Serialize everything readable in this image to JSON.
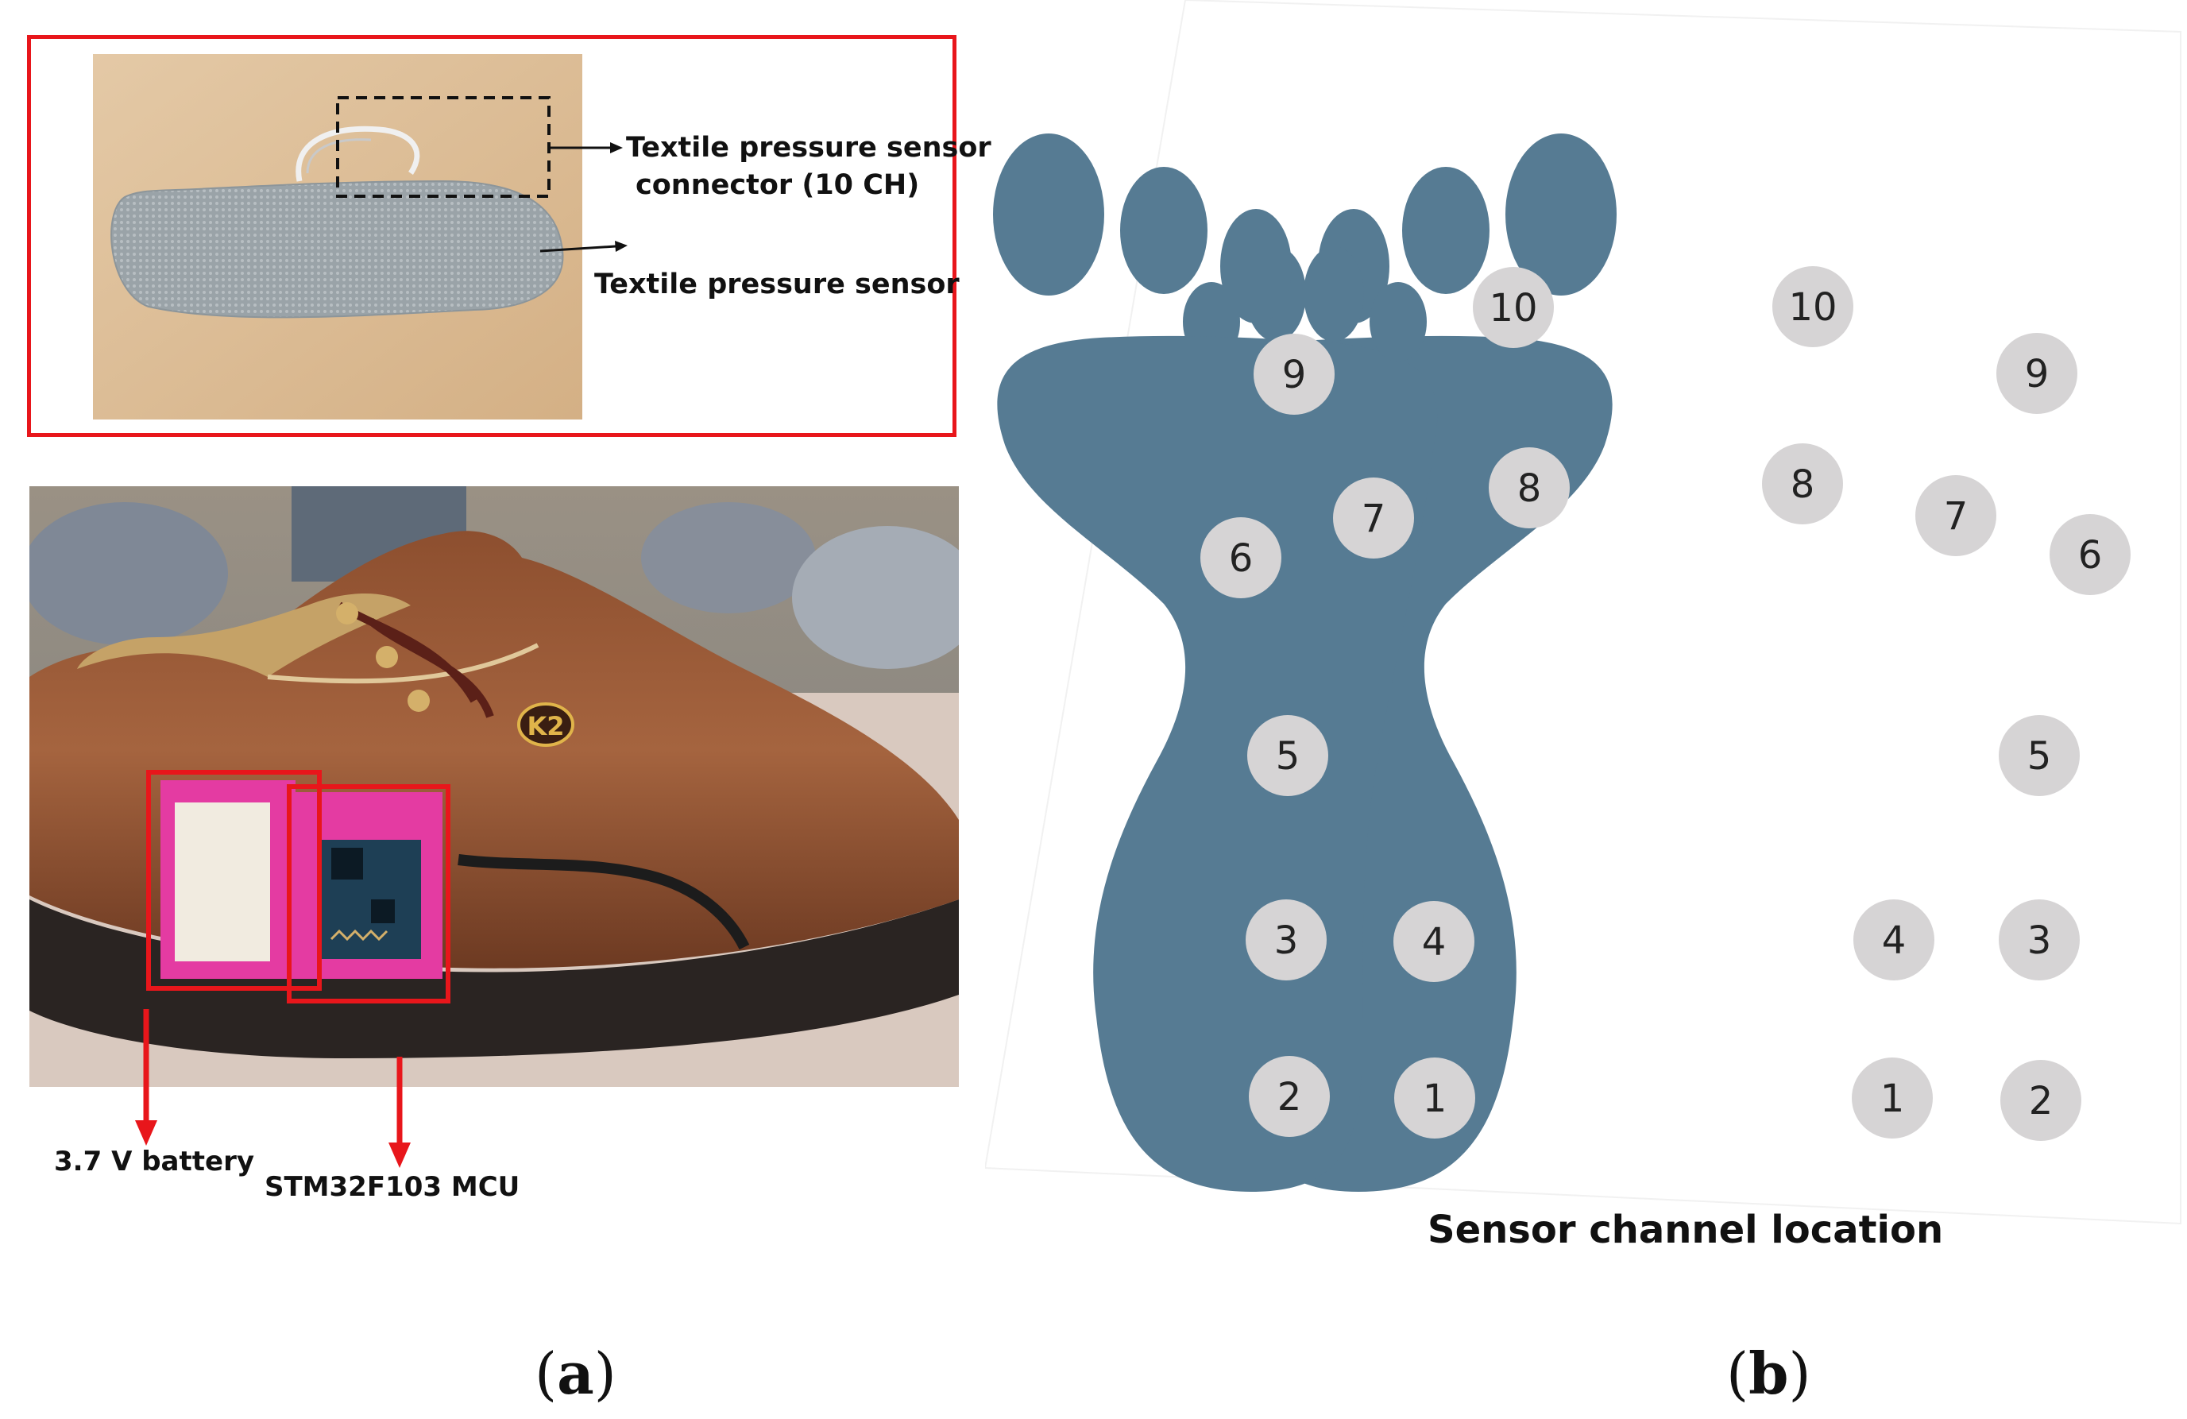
{
  "panel_a": {
    "label_open": "(",
    "label_letter": "a",
    "label_close": ")",
    "insole": {
      "connector_line1": "Textile pressure sensor",
      "connector_line2": "connector (10 CH)",
      "sensor_label": "Textile pressure sensor"
    },
    "shoe": {
      "logo_text": "K2",
      "battery_label": "3.7 V battery",
      "mcu_label": "STM32F103 MCU"
    }
  },
  "panel_b": {
    "label_open": "(",
    "label_letter": "b",
    "label_close": ")",
    "caption": "Sensor channel location",
    "channels": [
      "1",
      "2",
      "3",
      "4",
      "5",
      "6",
      "7",
      "8",
      "9",
      "10"
    ]
  },
  "colors": {
    "foot": "#567b93",
    "channel_marker": "#d6d4d5",
    "highlight_red": "#e8161b",
    "battery_case": "#e43ba2"
  }
}
